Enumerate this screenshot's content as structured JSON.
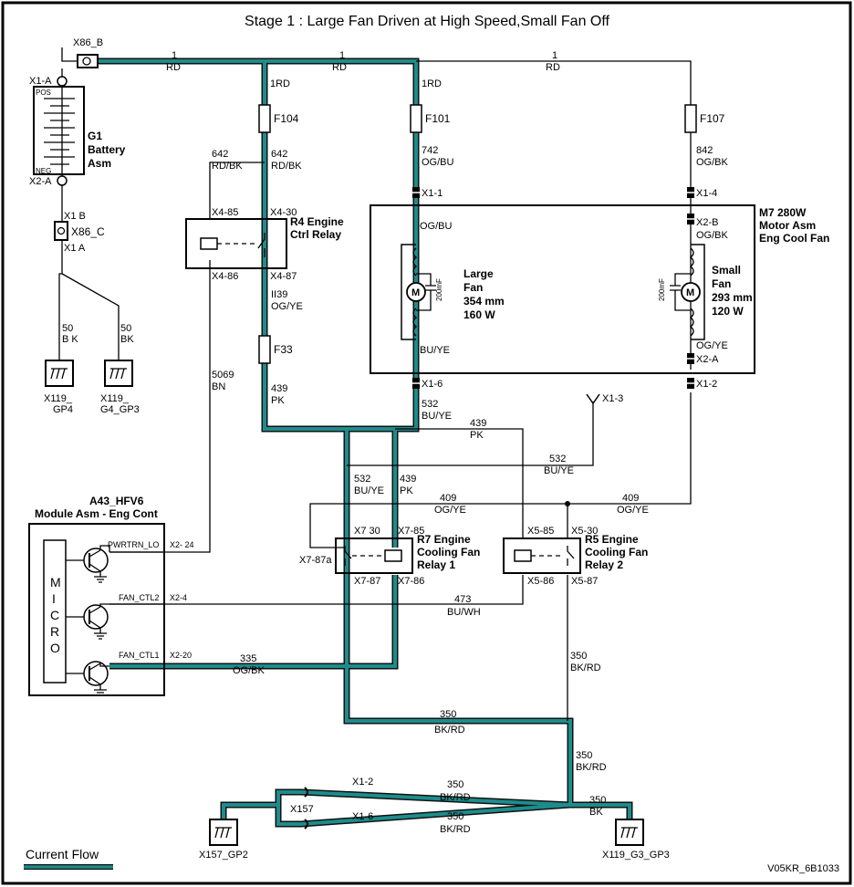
{
  "title": "Stage 1 : Large Fan Driven at High Speed,Small Fan Off",
  "footer_code": "V05KR_6B1033",
  "legend": {
    "label": "Current Flow"
  },
  "colors": {
    "current_flow": "#1e8c8c",
    "wire": "#000000"
  },
  "battery": {
    "name": "G1",
    "line2": "Battery",
    "line3": "Asm",
    "pos": "POS",
    "neg": "NEG",
    "term_a": "X1-A",
    "term_b": "X2-A"
  },
  "connectors": {
    "x86b": "X86_B",
    "x86c": "X86_C",
    "x1b": "X1 B",
    "x1a": "X1 A"
  },
  "grounds": {
    "gp4_l1": "X119_",
    "gp4_l2": "GP4",
    "g4_l1": "X119_",
    "g4_l2": "G4_GP3",
    "gp2": "X157_GP2",
    "g3": "X119_G3_GP3"
  },
  "wires": {
    "rd1": "1",
    "rd": "RD",
    "one_rd": "1RD",
    "w742": "742",
    "og_bu": "OG/BU",
    "w842": "842",
    "og_bk": "OG/BK",
    "w642": "642",
    "rd_bk": "RD/BK",
    "ii39": "II39",
    "og_ye": "OG/YE",
    "w439": "439",
    "pk": "PK",
    "w5069": "5069",
    "bn": "BN",
    "w50": "50",
    "bk_sp": "B K",
    "bk": "BK",
    "w532": "532",
    "bu_ye": "BU/YE",
    "w409": "409",
    "w473": "473",
    "bu_wh": "BU/WH",
    "w335": "335",
    "w350": "350",
    "bk_rd": "BK/RD"
  },
  "fuses": {
    "f104": "F104",
    "f101": "F101",
    "f107": "F107",
    "f33": "F33"
  },
  "relay_r4": {
    "line1": "R4 Engine",
    "line2": "Ctrl Relay",
    "p85": "X4-85",
    "p30": "X4-30",
    "p86": "X4-86",
    "p87": "X4-87"
  },
  "motor": {
    "line1": "M7 280W",
    "line2": "Motor Asm",
    "line3": "Eng Cool Fan",
    "x1_1": "X1-1",
    "x1_4": "X1-4",
    "x1_6": "X1-6",
    "x1_2": "X1-2",
    "x1_3": "X1-3",
    "x2_b": "X2-B",
    "x2_a": "X2-A",
    "large_1": "Large",
    "large_2": "Fan",
    "large_3": "354 mm",
    "large_4": "160 W",
    "small_1": "Small",
    "small_2": "Fan",
    "small_3": "293 mm",
    "small_4": "120 W",
    "cap": "200mF",
    "m": "M"
  },
  "relay_r7": {
    "line1": "R7 Engine",
    "line2": "Cooling Fan",
    "line3": "Relay 1",
    "p30": "X7 30",
    "p85": "X7-85",
    "p87a": "X7-87a",
    "p87": "X7-87",
    "p86": "X7-86"
  },
  "relay_r5": {
    "line1": "R5 Engine",
    "line2": "Cooling Fan",
    "line3": "Relay 2",
    "p85": "X5-85",
    "p30": "X5-30",
    "p86": "X5-86",
    "p87": "X5-87"
  },
  "module": {
    "line1": "A43_HFV6",
    "line2": "Module Asm - Eng Cont",
    "micro": [
      "M",
      "I",
      "C",
      "R",
      "O"
    ],
    "sig1": "PWRTRN_LO",
    "pin1": "X2- 24",
    "sig2": "FAN_CTL2",
    "pin2": "X2-4",
    "sig3": "FAN_CTL1",
    "pin3": "X2-20"
  },
  "splice": {
    "name": "X157",
    "x1_2": "X1-2",
    "x1_6": "X1-6"
  }
}
